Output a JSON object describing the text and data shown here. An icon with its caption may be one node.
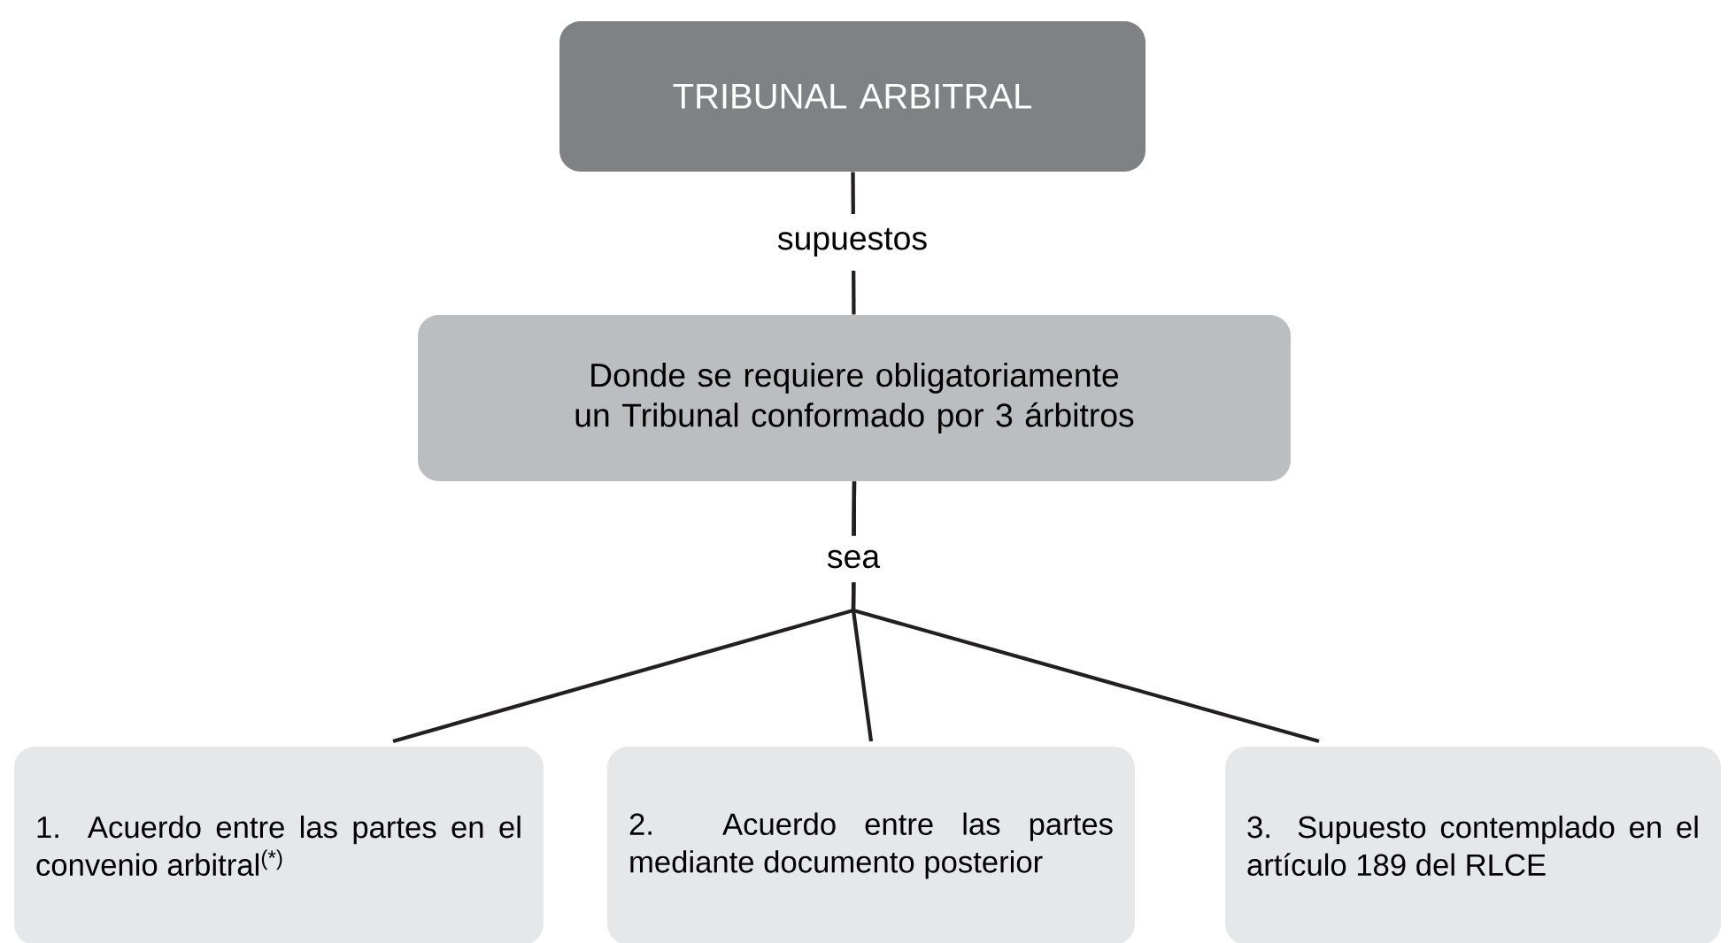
{
  "diagram": {
    "nodes": [
      {
        "text": [
          "TRIBUNAL ARBITRAL"
        ]
      },
      {
        "text": [
          "Donde se requiere obligatoriamente un Tribunal conformado por 3 árbitros"
        ]
      },
      {
        "text": [
          "1. Acuerdo entre las partes en el convenio arbitral$^{(*)}$"
        ]
      },
      {
        "text": [
          "2. Acuerdo entre las partes mediante documento posterior"
        ]
      },
      {
        "text": [
          "3. Supuesto contemplado en el artículo 189 del RLCE"
        ]
      }
    ],
    "edges": [
      {
        "from": 0,
        "to": 1,
        "arrow": "none",
        "label": "supuestos"
      },
      {
        "from": 1,
        "to": 2,
        "arrow": "none"
      },
      {
        "from": 1,
        "to": 3,
        "arrow": "none",
        "label": "sea"
      },
      {
        "from": 1,
        "to": 4,
        "arrow": "none"
      }
    ]
  }
}
